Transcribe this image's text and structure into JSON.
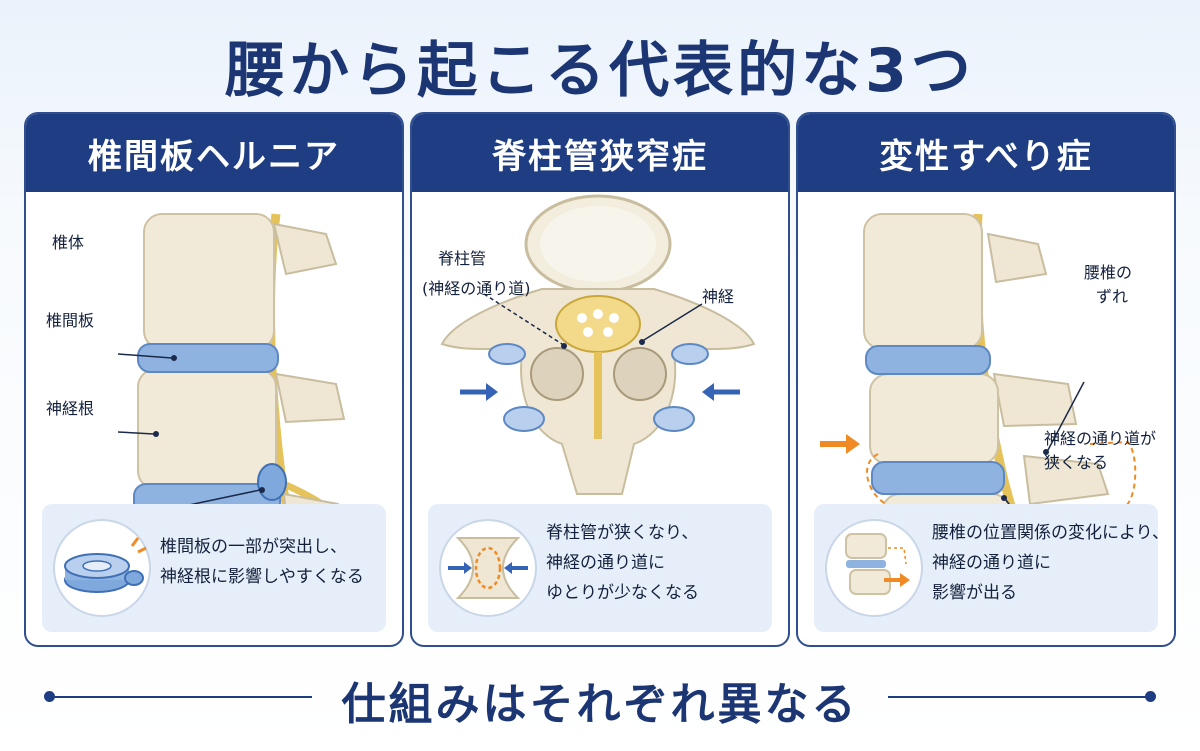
{
  "title": "腰から起こる代表的な3つ",
  "cards": [
    {
      "heading": "椎間板ヘルニア",
      "labels": [
        "椎体",
        "椎間板",
        "神経根"
      ],
      "note": [
        "椎間板の一部が突出し、",
        "神経根に影響しやすくなる"
      ]
    },
    {
      "heading": "脊柱管狭窄症",
      "labels": [
        "脊柱管",
        "(神経の通り道)",
        "神経"
      ],
      "note": [
        "脊柱管が狭くなり、",
        "神経の通り道に",
        "ゆとりが少なくなる"
      ]
    },
    {
      "heading": "変性すべり症",
      "labels": [
        "腰椎の",
        "ずれ",
        "神経の通り道が",
        "狭くなる"
      ],
      "note": [
        "腰椎の位置関係の変化により、",
        "神経の通り道に",
        "影響が出る"
      ]
    }
  ],
  "footer": "仕組みはそれぞれ異なる",
  "colors": {
    "navy": "#1f3d82",
    "disc": "#8fb3e0",
    "nerve": "#e8c766",
    "arrow_blue": "#3563b5",
    "arrow_orange": "#f08a24"
  }
}
